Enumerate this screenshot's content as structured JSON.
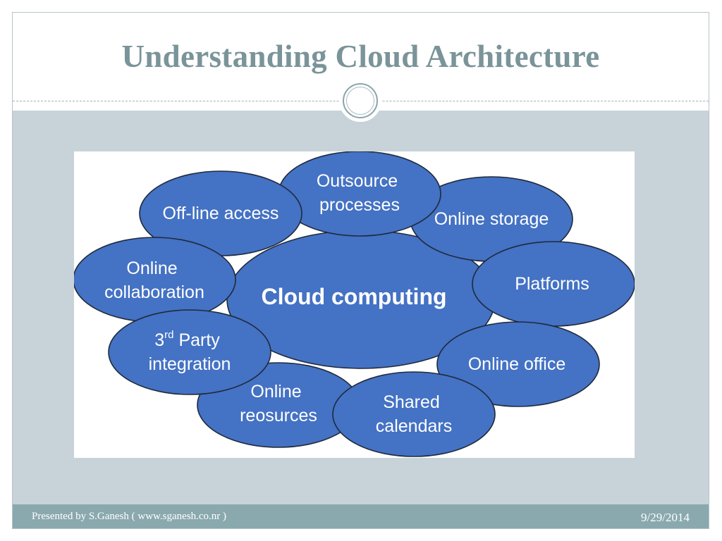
{
  "slide": {
    "title": "Understanding Cloud Architecture"
  },
  "diagram": {
    "center": "Cloud computing",
    "bubbles": [
      {
        "id": "outsource",
        "lines": [
          "Outsource",
          "processes"
        ]
      },
      {
        "id": "offline",
        "lines": [
          "Off-line access"
        ]
      },
      {
        "id": "storage",
        "lines": [
          "Online storage"
        ]
      },
      {
        "id": "collaboration",
        "lines": [
          "Online",
          "collaboration"
        ]
      },
      {
        "id": "platforms",
        "lines": [
          "Platforms"
        ]
      },
      {
        "id": "third-party",
        "lines": [
          "3rd Party",
          "integration"
        ]
      },
      {
        "id": "office",
        "lines": [
          "Online office"
        ]
      },
      {
        "id": "resources",
        "lines": [
          "Online",
          "reosurces"
        ]
      },
      {
        "id": "calendars",
        "lines": [
          "Shared",
          "calendars"
        ]
      }
    ],
    "colors": {
      "bubble_fill": "#4472c4",
      "bubble_stroke": "#1f2a3c",
      "label": "#ffffff"
    }
  },
  "footer": {
    "presenter": "Presented by S.Ganesh ( www.sganesh.co.nr )",
    "date": "9/29/2014"
  }
}
